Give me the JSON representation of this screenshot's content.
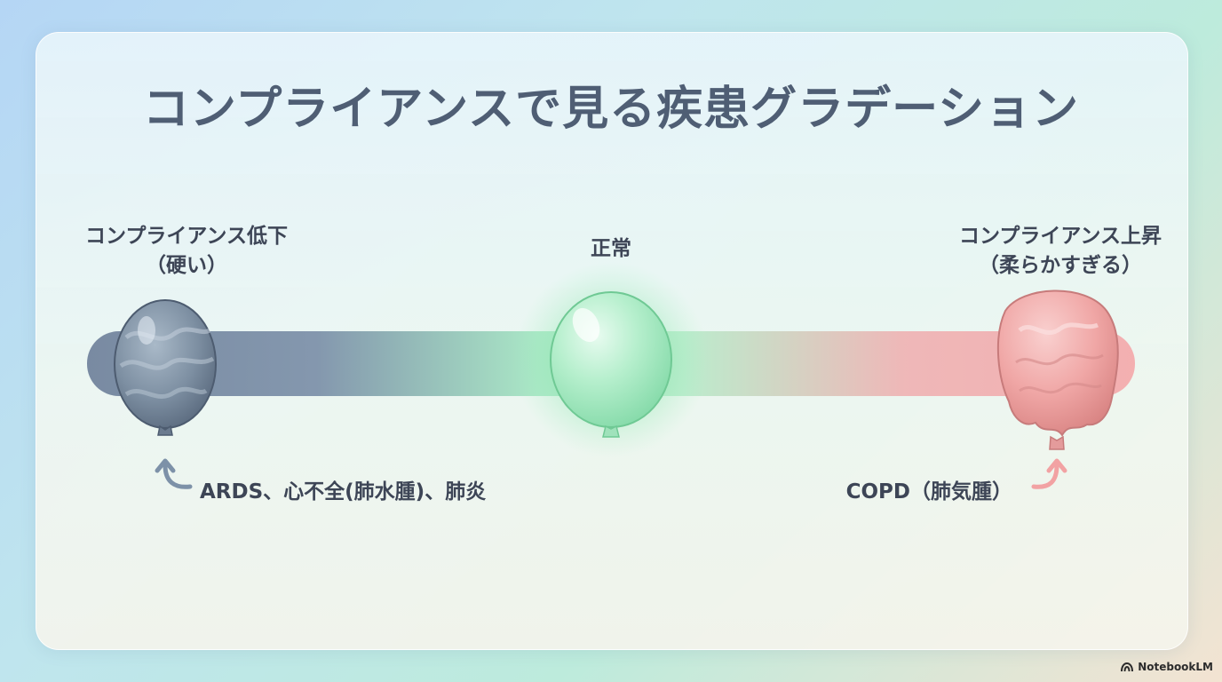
{
  "title": "コンプライアンスで見る疾患グラデーション",
  "left": {
    "label_line1": "コンプライアンス低下",
    "label_line2": "（硬い）",
    "cause": "ARDS、心不全(肺水腫)、肺炎",
    "balloon_icon": "stiff-balloon-icon",
    "color": "#7f909f"
  },
  "center": {
    "label": "正常",
    "balloon_icon": "normal-balloon-icon",
    "color": "#9ee6bc"
  },
  "right": {
    "label_line1": "コンプライアンス上昇",
    "label_line2": "（柔らかすぎる）",
    "cause": "COPD（肺気腫）",
    "balloon_icon": "floppy-balloon-icon",
    "color": "#f2a3a5"
  },
  "gradient_colors": {
    "stiff": "#6f819b",
    "normal": "#a4e6c2",
    "compliant": "#f4a9ab"
  },
  "brand": "NotebookLM"
}
